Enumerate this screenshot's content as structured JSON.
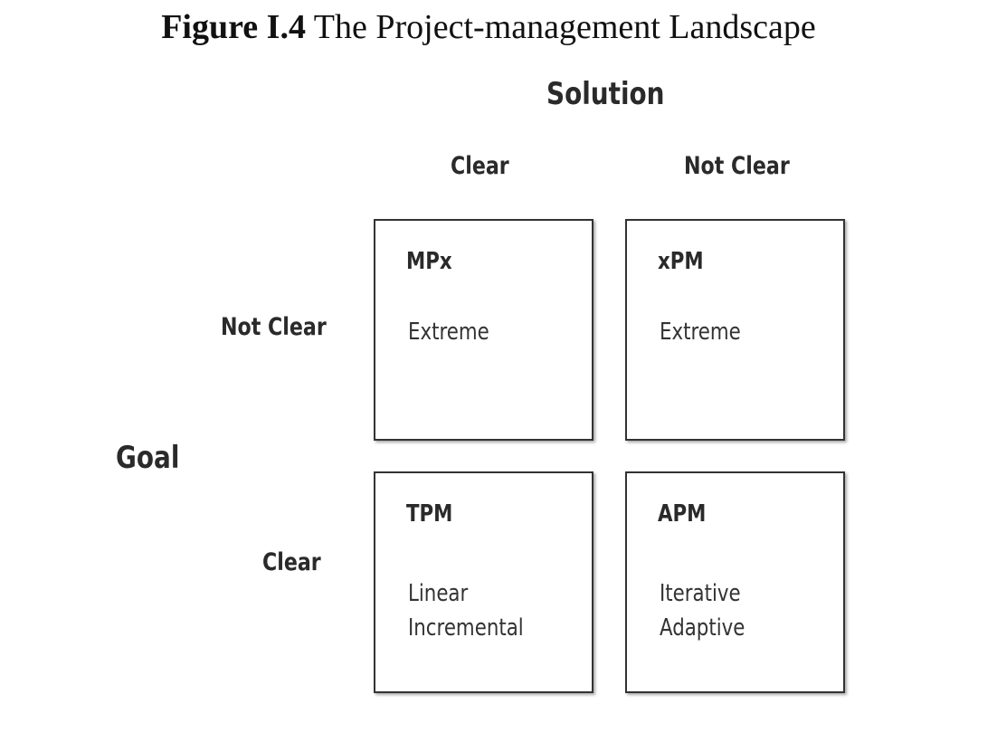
{
  "caption": {
    "label": "Figure I.4",
    "title": "The Project-management Landscape"
  },
  "diagram": {
    "column_axis_title": "Solution",
    "row_axis_title": "Goal",
    "columns": [
      "Clear",
      "Not Clear"
    ],
    "rows": [
      "Not Clear",
      "Clear"
    ],
    "quadrants": {
      "goal_not_clear_solution_clear": {
        "code": "MPx",
        "lines": [
          "Extreme"
        ]
      },
      "goal_not_clear_solution_not_clear": {
        "code": "xPM",
        "lines": [
          "Extreme"
        ]
      },
      "goal_clear_solution_clear": {
        "code": "TPM",
        "lines": [
          "Linear",
          "Incremental"
        ]
      },
      "goal_clear_solution_not_clear": {
        "code": "APM",
        "lines": [
          "Iterative",
          "Adaptive"
        ]
      }
    }
  }
}
